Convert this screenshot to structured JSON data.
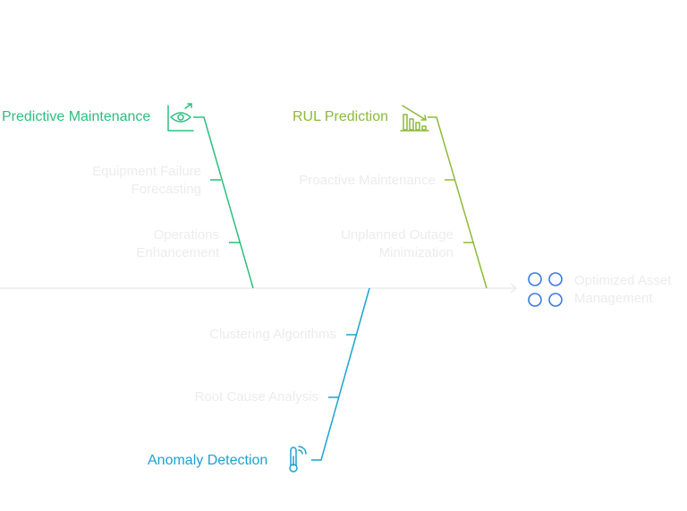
{
  "colors": {
    "spine": "#ececec",
    "predictive": "#2bbf7e",
    "rul": "#8cba3a",
    "anomaly": "#1aa3d1",
    "outcome_icon": "#3a78e0",
    "sub_text": "#ececec"
  },
  "categories": {
    "predictive": {
      "label": "Predictive Maintenance",
      "icon": "eye-chart-icon",
      "causes": [
        {
          "line1": "Equipment Failure",
          "line2": "Forecasting"
        },
        {
          "line1": "Operations",
          "line2": "Enhancement"
        }
      ]
    },
    "rul": {
      "label": "RUL Prediction",
      "icon": "declining-bar-chart-icon",
      "causes": [
        {
          "line1": "Proactive Maintenance"
        },
        {
          "line1": "Unplanned Outage",
          "line2": "Minimization"
        }
      ]
    },
    "anomaly": {
      "label": "Anomaly Detection",
      "icon": "thermometer-signal-icon",
      "causes": [
        {
          "line1": "Clustering Algorithms"
        },
        {
          "line1": "Root Cause Analysis"
        }
      ]
    }
  },
  "outcome": {
    "line1": "Optimized Asset",
    "line2": "Management",
    "icon": "four-circles-icon"
  }
}
